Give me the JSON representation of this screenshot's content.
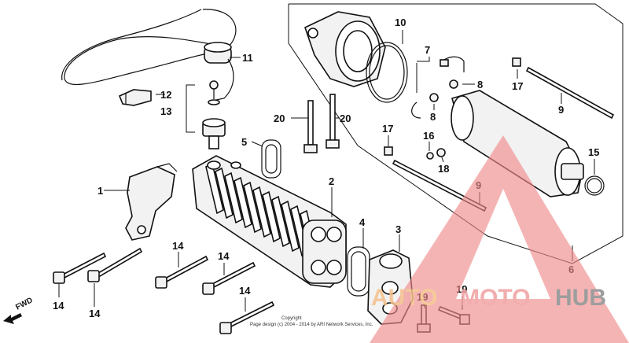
{
  "part_labels": {
    "p1": "1",
    "p2": "2",
    "p3": "3",
    "p4": "4",
    "p5": "5",
    "p6": "6",
    "p7": "7",
    "p8a": "8",
    "p8b": "8",
    "p9a": "9",
    "p9b": "9",
    "p10": "10",
    "p11": "11",
    "p12": "12",
    "p13": "13",
    "p14a": "14",
    "p14b": "14",
    "p14c": "14",
    "p14d": "14",
    "p14e": "14",
    "p15": "15",
    "p16": "16",
    "p17a": "17",
    "p17b": "17",
    "p18": "18",
    "p19a": "19",
    "p19b": "19",
    "p20a": "20",
    "p20b": "20"
  },
  "direction_indicator": "FWD",
  "copyright": {
    "line1": "Copyright",
    "line2": "Page design (c) 2004 - 2014 by ARI Network Services, Inc."
  },
  "watermark": {
    "part1": "AUTO",
    "part2": "MOTO",
    "part3": "HUB",
    "colors": {
      "triangle": "#f08a8a",
      "auto": "#f5c08a",
      "moto": "#f0a0a0",
      "hub": "#8c8c8c"
    }
  }
}
